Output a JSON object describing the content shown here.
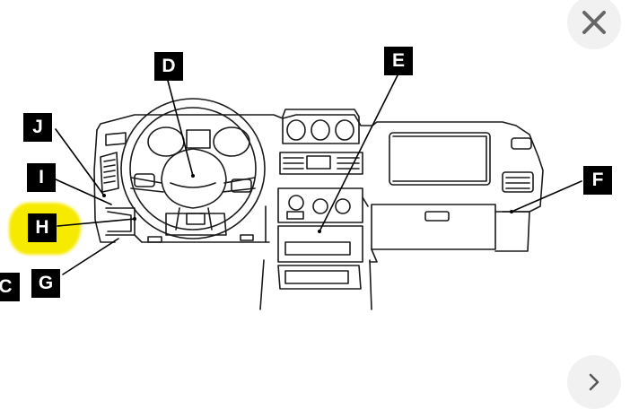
{
  "viewer": {
    "close_icon": "close-icon",
    "next_icon": "chevron-right-icon"
  },
  "diagram": {
    "labels": {
      "D": "D",
      "E": "E",
      "J": "J",
      "I": "I",
      "H": "H",
      "G": "G",
      "C": "C",
      "F": "F"
    },
    "highlight_color": "#f6ea00"
  }
}
